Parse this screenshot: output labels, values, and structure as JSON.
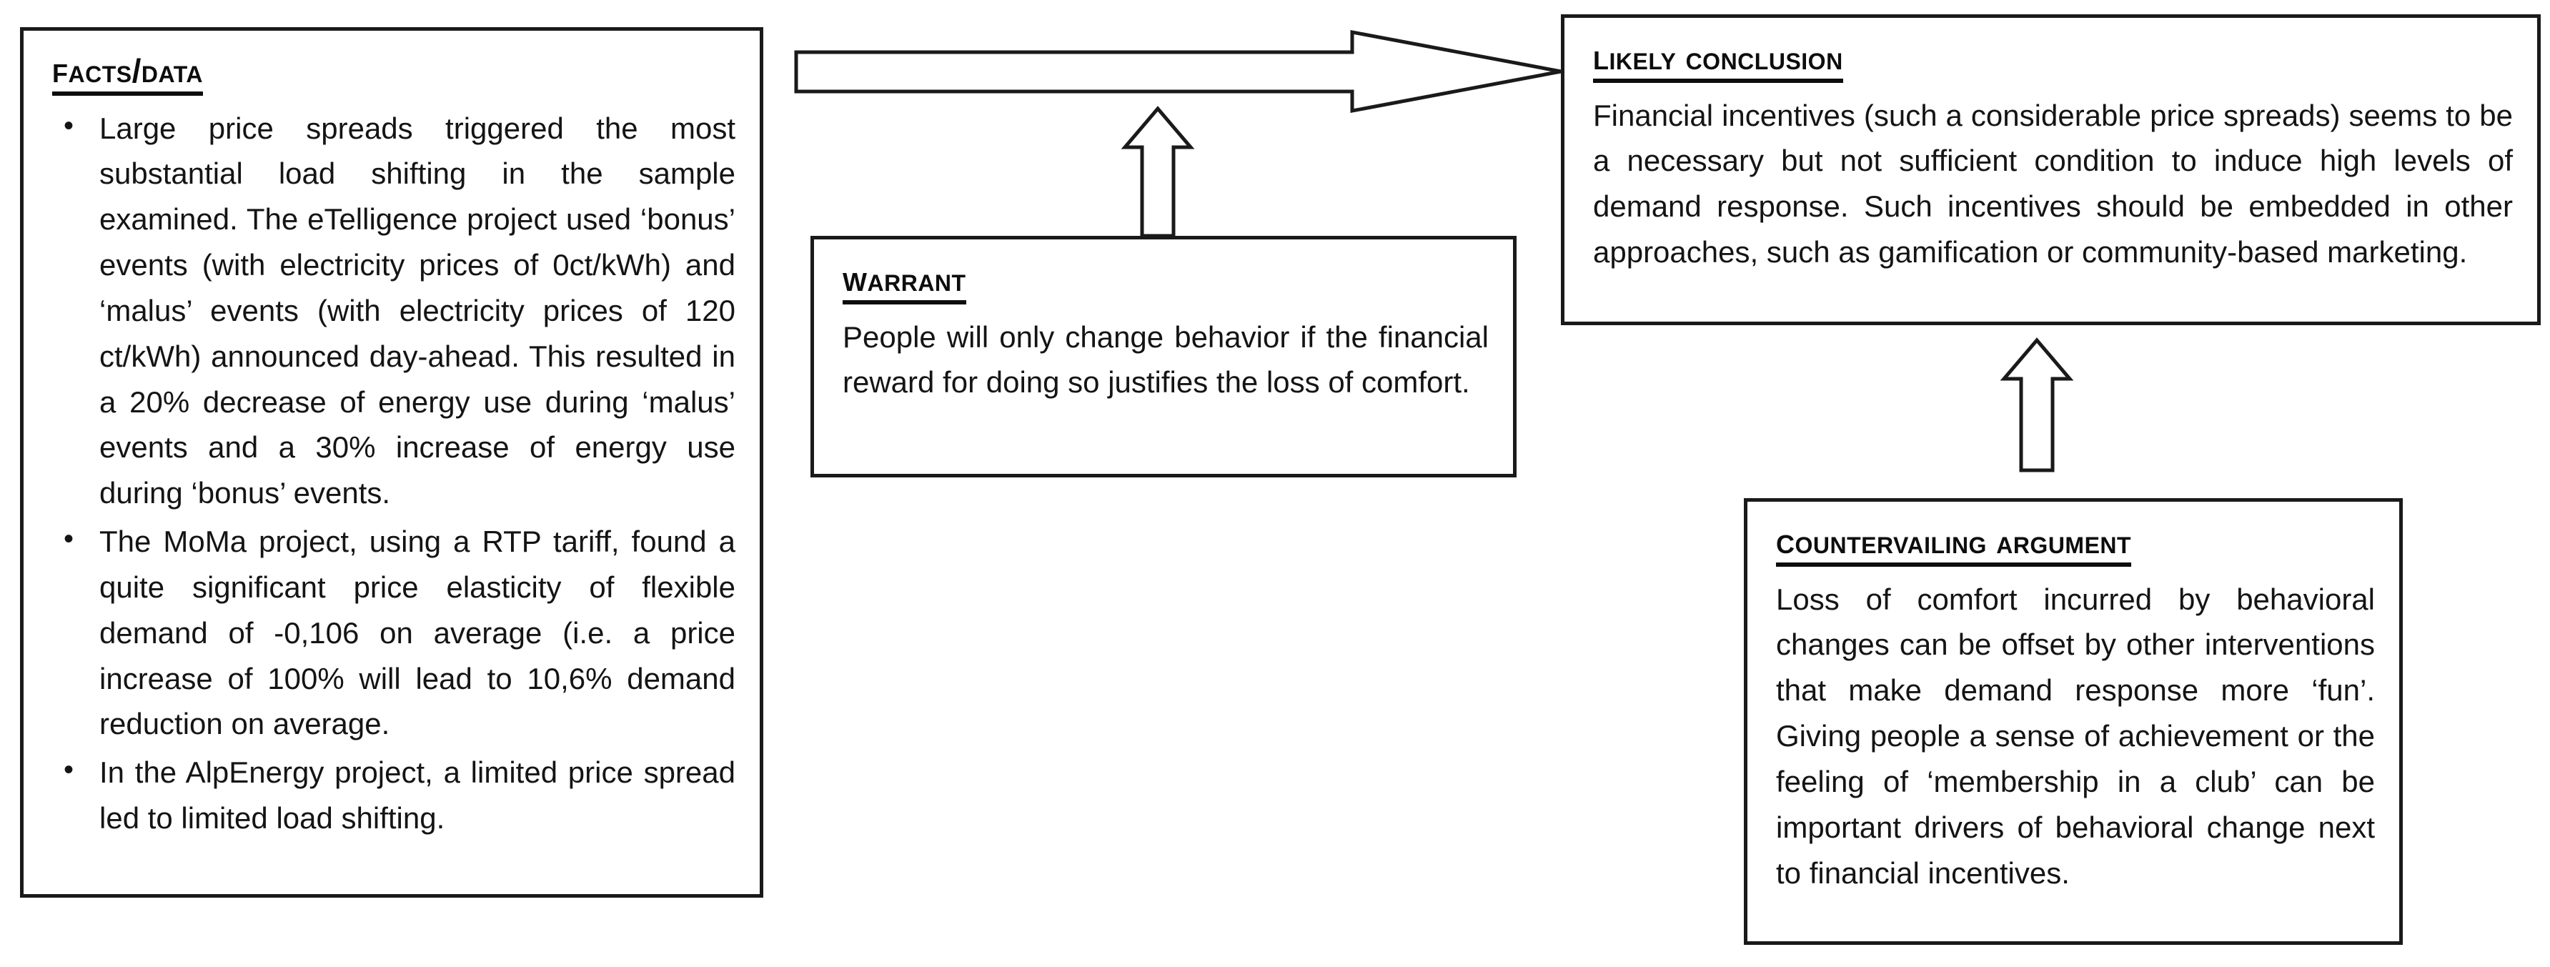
{
  "diagram": {
    "type": "toulmin-argument-map",
    "background_color": "#ffffff",
    "line_color": "#1a1a1a",
    "text_color": "#141414"
  },
  "boxes": {
    "facts": {
      "title": "Facts/Data",
      "bullets": [
        "Large price spreads triggered the most substantial load shifting in the sample examined. The eTelligence project used ‘bonus’ events (with electricity prices of 0ct/kWh) and ‘malus’ events (with electricity prices of 120 ct/kWh) announced day-ahead. This resulted in a 20% decrease of energy use during ‘malus’ events and a 30% increase of energy use during ‘bonus’ events.",
        "The MoMa project, using a RTP tariff, found a quite significant price elasticity of flexible demand of -0,106 on average (i.e. a price increase of 100% will lead to 10,6% demand reduction on average.",
        "In the AlpEnergy project, a limited price spread led to limited load shifting."
      ]
    },
    "warrant": {
      "title": "Warrant",
      "text": "People will only change behavior if the financial reward for doing so justifies the loss of comfort."
    },
    "conclusion": {
      "title": "Likely Conclusion",
      "text": "Financial incentives (such a considerable price spreads) seems to be a necessary but not sufficient condition to induce high levels of demand response. Such incentives should be embedded in other approaches, such as gamification or community-based marketing."
    },
    "counter": {
      "title": "Countervailing argument",
      "text": "Loss of comfort incurred by behavioral changes can be offset by other interventions that make demand response more ‘fun’. Giving people a sense of achievement or the feeling of ‘membership in a club’ can be important drivers of behavioral change next to financial incentives."
    }
  },
  "arrows": [
    {
      "name": "facts-to-conclusion-arrow",
      "direction": "right"
    },
    {
      "name": "warrant-to-main-arrow",
      "direction": "up"
    },
    {
      "name": "counter-to-conclusion-arrow",
      "direction": "up"
    }
  ]
}
